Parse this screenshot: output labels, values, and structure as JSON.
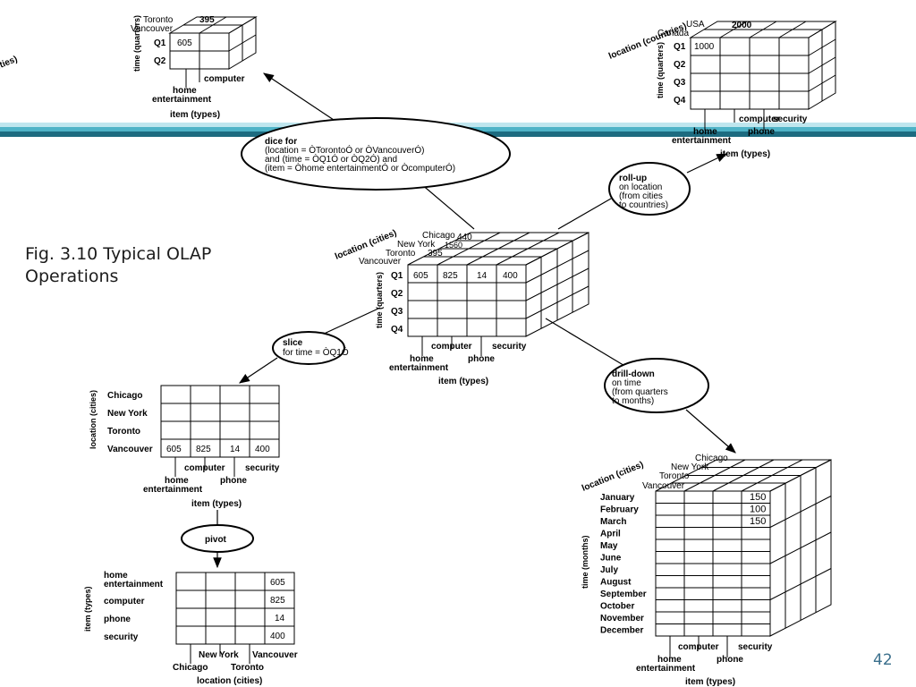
{
  "slide": {
    "caption_line1": "Fig. 3.10 Typical OLAP",
    "caption_line2": "Operations",
    "page_number": "42",
    "colors": {
      "band_dark": "#1d6b80",
      "band_mid": "#4fb3c7",
      "band_light": "#bfe6ee",
      "page_number": "#3a6f8c"
    }
  },
  "axis_labels": {
    "location_cities": "location (cities)",
    "location_countries": "location (countries)",
    "time_quarters": "time (quarters)",
    "time_months": "time (months)",
    "item_types": "item (types)"
  },
  "items": {
    "home": "home",
    "entertainment": "entertainment",
    "computer": "computer",
    "phone": "phone",
    "security": "security",
    "home_entertainment": "home entertainment"
  },
  "quarters": [
    "Q1",
    "Q2",
    "Q3",
    "Q4"
  ],
  "cities": {
    "chicago": "Chicago",
    "new_york": "New York",
    "toronto": "Toronto",
    "vancouver": "Vancouver"
  },
  "countries": {
    "usa": "USA",
    "canada": "Canada"
  },
  "months": [
    "January",
    "February",
    "March",
    "April",
    "May",
    "June",
    "July",
    "August",
    "September",
    "October",
    "November",
    "December"
  ],
  "central_cube": {
    "back_values": {
      "chicago": "440",
      "new_york": "1560",
      "toronto": "395"
    },
    "q1_values": [
      "605",
      "825",
      "14",
      "400"
    ]
  },
  "dice_cube": {
    "toronto_value": "395",
    "q1_value": "605"
  },
  "rollup_cube": {
    "usa_value": "2000",
    "q1_value": "1000"
  },
  "drilldown_cube": {
    "january": "150",
    "february": "100",
    "march": "150"
  },
  "slice_table": {
    "vancouver_values": [
      "605",
      "825",
      "14",
      "400"
    ]
  },
  "pivot_table": {
    "values": [
      "605",
      "825",
      "14",
      "400"
    ]
  },
  "operations": {
    "dice": {
      "line1": "dice for",
      "line2": "(location = ÒTorontoÓ or ÒVancouverÓ)",
      "line3": "and (time = ÒQ1Ó or ÒQ2Ó) and",
      "line4": "(item = Òhome entertainmentÓ or ÒcomputerÓ)"
    },
    "rollup": {
      "line1": "roll-up",
      "line2": "on location",
      "line3": "(from cities",
      "line4": "to countries)"
    },
    "slice": {
      "line1": "slice",
      "line2": "for time = ÒQ1Ó"
    },
    "drilldown": {
      "line1": "drill-down",
      "line2": "on time",
      "line3": "(from quarters",
      "line4": "to months)"
    },
    "pivot": {
      "line1": "pivot"
    }
  }
}
